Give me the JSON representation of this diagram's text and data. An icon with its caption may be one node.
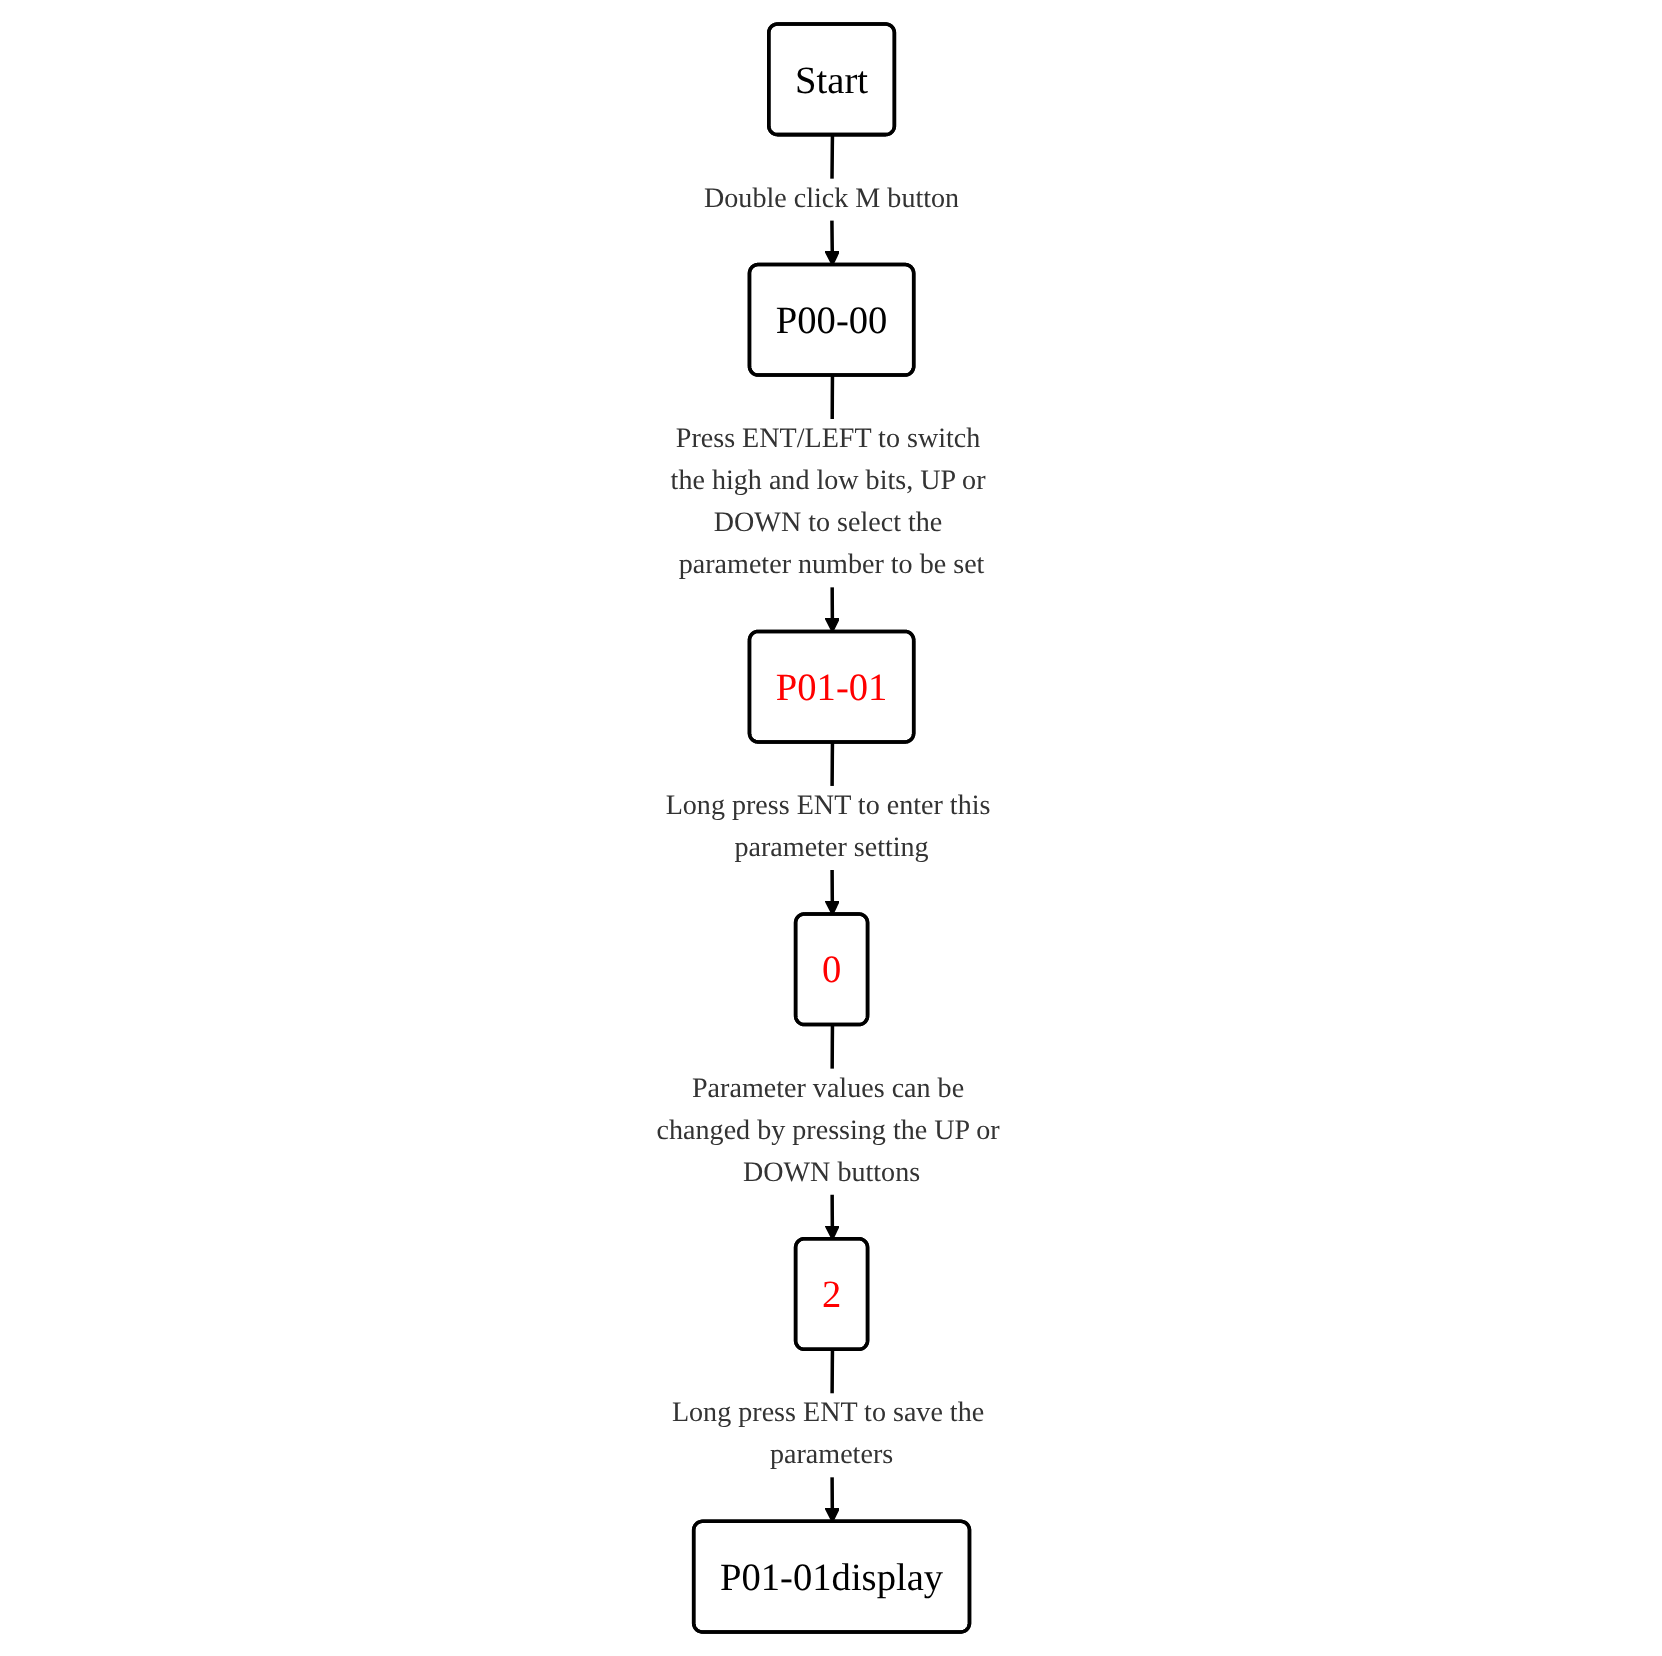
{
  "diagram": {
    "nodes": [
      {
        "text": [
          "Start"
        ]
      },
      {
        "text": [
          "P00-00"
        ]
      },
      {
        "text": [
          "P01-01"
        ]
      },
      {
        "text": [
          "0"
        ]
      },
      {
        "text": [
          "2"
        ]
      },
      {
        "text": [
          "P01-01display"
        ]
      }
    ],
    "edges": [
      {
        "from": 0,
        "to": 1,
        "arrow": "to",
        "label": "Double click M button"
      },
      {
        "from": 1,
        "to": 2,
        "arrow": "to",
        "label": "Press ENT/LEFT to switch the high and low bits, UP or DOWN to select the parameter number to be set"
      },
      {
        "from": 2,
        "to": 3,
        "arrow": "to",
        "label": "Long press ENT to enter this parameter setting"
      },
      {
        "from": 3,
        "to": 4,
        "arrow": "to",
        "label": "Parameter values can be changed by pressing the UP or DOWN buttons"
      },
      {
        "from": 4,
        "to": 5,
        "arrow": "to",
        "label": "Long press ENT to save the parameters"
      }
    ]
  }
}
